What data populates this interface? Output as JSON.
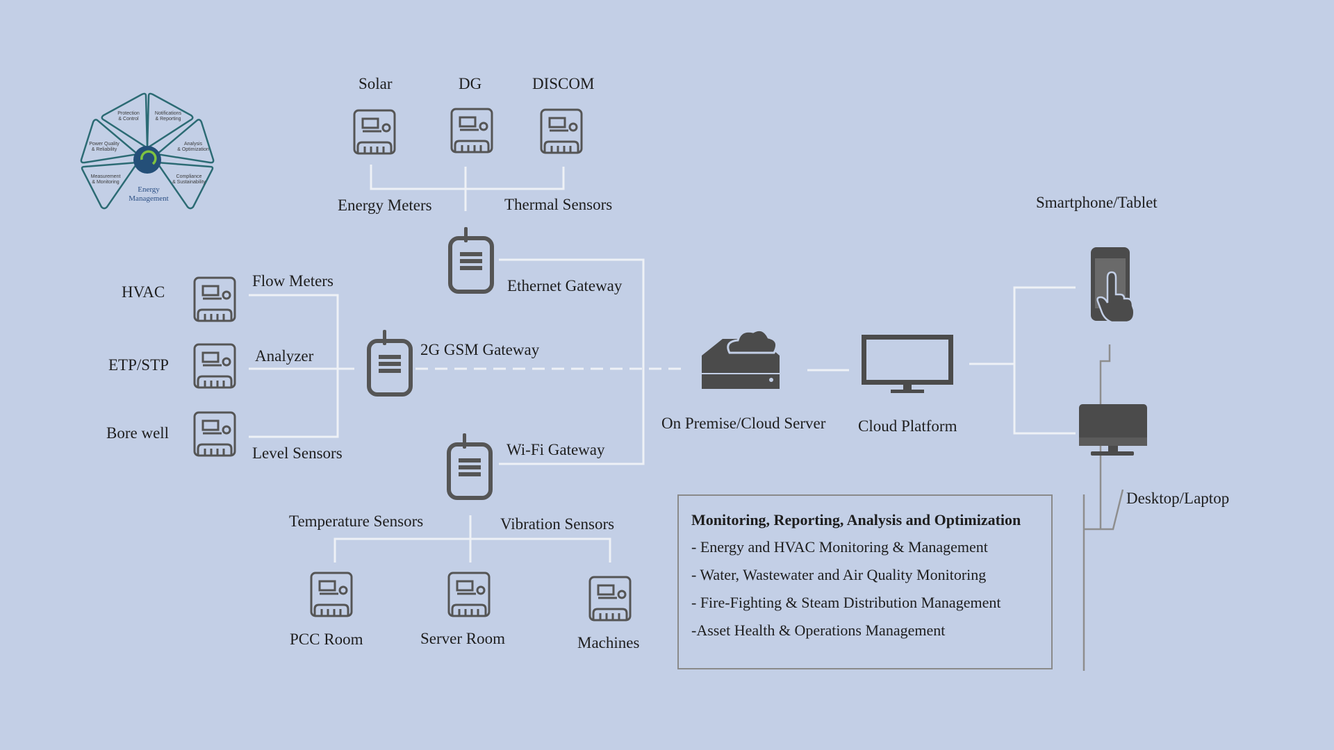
{
  "logo": {
    "center_label_1": "Energy",
    "center_label_2": "Management",
    "petals": [
      {
        "l1": "Protection",
        "l2": "& Control"
      },
      {
        "l1": "Notifications",
        "l2": "& Reporting"
      },
      {
        "l1": "Analysis",
        "l2": "& Optimization"
      },
      {
        "l1": "Compliance",
        "l2": "& Sustainability"
      },
      {
        "l1": "Measurement",
        "l2": "& Monitoring"
      },
      {
        "l1": "Power Quality",
        "l2": "& Reliability"
      }
    ]
  },
  "top": {
    "sources": [
      "Solar",
      "DG",
      "DISCOM"
    ],
    "energy_meters": "Energy Meters",
    "thermal_sensors": "Thermal Sensors"
  },
  "left": {
    "sources": [
      "HVAC",
      "ETP/STP",
      "Bore well"
    ],
    "flow_meters": "Flow Meters",
    "analyzer": "Analyzer",
    "level_sensors": "Level Sensors"
  },
  "gateways": {
    "ethernet": "Ethernet Gateway",
    "gsm": "2G GSM Gateway",
    "wifi": "Wi-Fi Gateway"
  },
  "bottom": {
    "temperature_sensors": "Temperature Sensors",
    "vibration_sensors": "Vibration Sensors",
    "sources": [
      "PCC Room",
      "Server Room",
      "Machines"
    ]
  },
  "server": {
    "label": "On Premise/Cloud Server"
  },
  "cloud_platform": {
    "label": "Cloud Platform"
  },
  "clients": {
    "smartphone": "Smartphone/Tablet",
    "desktop": "Desktop/Laptop"
  },
  "info_box": {
    "title": "Monitoring, Reporting, Analysis and Optimization",
    "items": [
      "- Energy and HVAC Monitoring  & Management",
      "- Water, Wastewater and Air Quality Monitoring",
      "- Fire-Fighting & Steam Distribution  Management",
      "-Asset Health & Operations Management"
    ]
  }
}
